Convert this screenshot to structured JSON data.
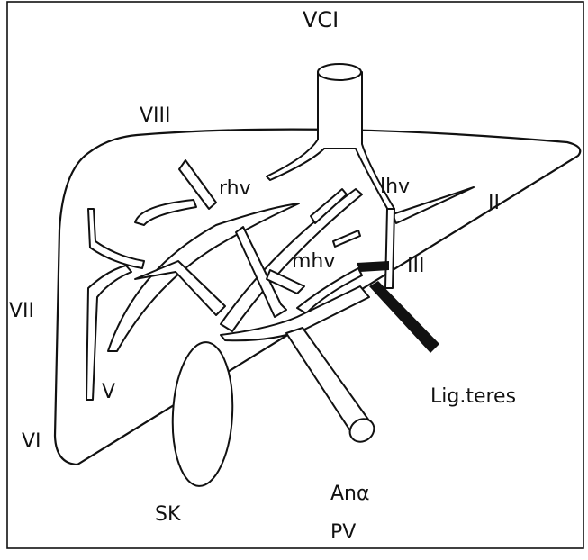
{
  "labels": {
    "vci": "VCI",
    "viii": "VIII",
    "rhv": "rhv",
    "lhv": "lhv",
    "ii": "II",
    "mhv": "mhv",
    "iii": "III",
    "vii": "VII",
    "v": "V",
    "vi": "VI",
    "lig_teres": "Lig.teres",
    "sk": "SK",
    "ana": "Anα",
    "pv": "PV"
  }
}
